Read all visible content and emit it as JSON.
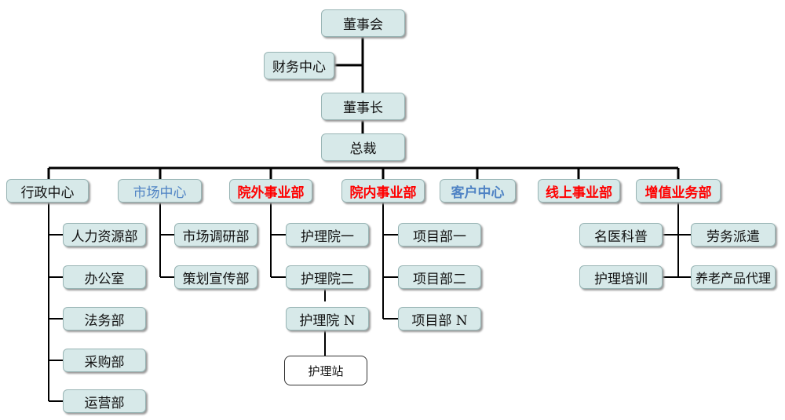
{
  "top": {
    "board": "董事会",
    "finance_center": "财务中心",
    "chairman": "董事长",
    "ceo": "总裁"
  },
  "departments": {
    "admin_center": "行政中心",
    "market_center": "市场中心",
    "outside_business": "院外事业部",
    "inside_business": "院内事业部",
    "customer_center": "客户中心",
    "online_business": "线上事业部",
    "value_added_business": "增值业务部"
  },
  "admin_sub": [
    "人力资源部",
    "办公室",
    "法务部",
    "采购部",
    "运营部"
  ],
  "market_sub": [
    "市场调研部",
    "策划宣传部"
  ],
  "outside_sub": [
    "护理院一",
    "护理院二",
    "护理院 N"
  ],
  "nursing_station": "护理站",
  "inside_sub": [
    "项目部一",
    "项目部二",
    "项目部 N"
  ],
  "value_added_sub": [
    "名医科普",
    "劳务派遣",
    "护理培训",
    "养老产品代理"
  ],
  "colors": {
    "box_fill": "#d7e9e9",
    "box_border": "#98b4b4",
    "blue_text": "#4f83c4",
    "red_text": "#ff0000"
  }
}
